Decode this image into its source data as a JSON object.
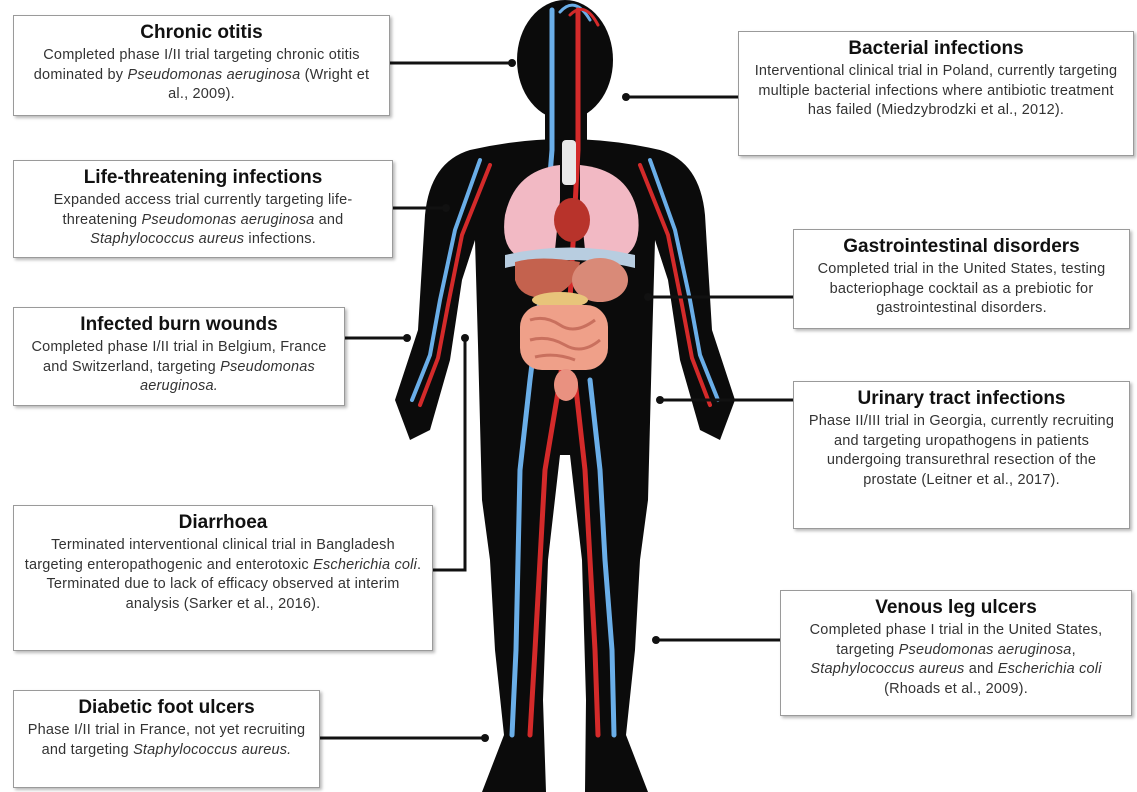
{
  "boxes": {
    "chronic_otitis": {
      "title": "Chronic otitis",
      "parts": [
        {
          "t": "Completed phase I/II trial targeting chronic otitis dominated by "
        },
        {
          "t": "Pseudomonas aeruginosa",
          "i": true
        },
        {
          "t": " (Wright et al., 2009)."
        }
      ]
    },
    "life_threatening": {
      "title": "Life-threatening infections",
      "parts": [
        {
          "t": "Expanded access trial currently targeting life-threatening "
        },
        {
          "t": "Pseudomonas aeruginosa",
          "i": true
        },
        {
          "t": " and "
        },
        {
          "t": "Staphylococcus aureus",
          "i": true
        },
        {
          "t": "  infections."
        }
      ]
    },
    "burn_wounds": {
      "title": "Infected burn wounds",
      "parts": [
        {
          "t": "Completed phase I/II trial in Belgium, France and Switzerland, targeting "
        },
        {
          "t": "Pseudomonas aeruginosa.",
          "i": true
        }
      ]
    },
    "diarrhoea": {
      "title": "Diarrhoea",
      "parts": [
        {
          "t": "Terminated interventional clinical trial in Bangladesh targeting enteropathogenic and enterotoxic "
        },
        {
          "t": "Escherichia coli",
          "i": true
        },
        {
          "t": ". Terminated due to lack of efficacy observed at interim analysis (Sarker et al., 2016)."
        }
      ]
    },
    "diabetic_foot": {
      "title": "Diabetic foot ulcers",
      "parts": [
        {
          "t": "Phase I/II trial in France, not yet recruiting and targeting "
        },
        {
          "t": "Staphylococcus aureus.",
          "i": true
        }
      ]
    },
    "bacterial_infections": {
      "title": "Bacterial infections",
      "parts": [
        {
          "t": "Interventional clinical trial in Poland, currently targeting multiple bacterial infections where antibiotic treatment has failed (Miedzybrodzki  et al., 2012)."
        }
      ]
    },
    "gastrointestinal": {
      "title": "Gastrointestinal disorders",
      "parts": [
        {
          "t": "Completed trial in the United States, testing bacteriophage cocktail as a prebiotic for gastrointestinal disorders."
        }
      ]
    },
    "urinary_tract": {
      "title": "Urinary tract infections",
      "parts": [
        {
          "t": "Phase II/III trial in Georgia, currently recruiting and targeting uropathogens in patients undergoing transurethral resection of the prostate (Leitner et al., 2017)."
        }
      ]
    },
    "venous_leg": {
      "title": "Venous leg ulcers",
      "parts": [
        {
          "t": "Completed phase I trial in the United States, targeting "
        },
        {
          "t": "Pseudomonas aeruginosa",
          "i": true
        },
        {
          "t": ", "
        },
        {
          "t": "Staphylococcus aureus",
          "i": true
        },
        {
          "t": " and "
        },
        {
          "t": "Escherichia coli",
          "i": true
        },
        {
          "t": " (Rhoads et al., 2009)."
        }
      ]
    }
  },
  "colors": {
    "body": "#0b0b0b",
    "artery": "#d42a2a",
    "vein": "#6aaee8",
    "lung": "#f2b9c4",
    "liver": "#c4624e",
    "intestine": "#efa089",
    "connector": "#111111"
  }
}
